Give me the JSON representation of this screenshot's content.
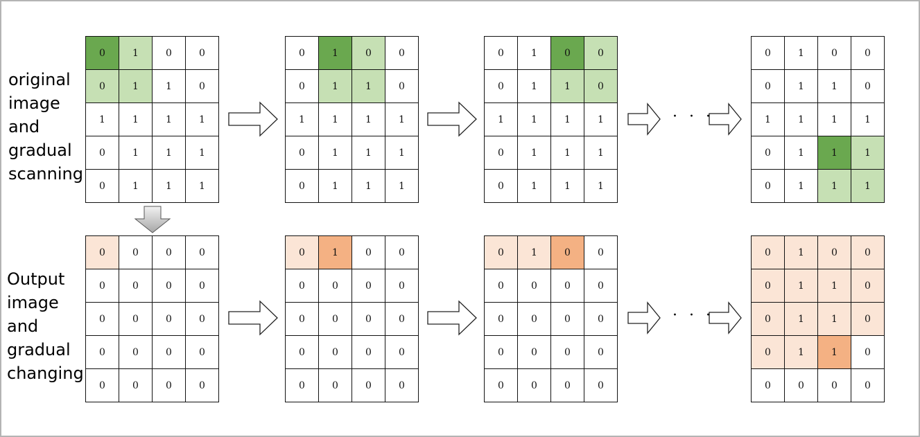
{
  "labels": {
    "top": [
      "original",
      "image",
      "and",
      "gradual",
      "scanning"
    ],
    "bottom": [
      "Output",
      "image",
      "and",
      "gradual",
      "changing"
    ]
  },
  "ellipsis": "· · ·",
  "colors": {
    "focus_dark_green": "#6aa84f",
    "neighbor_light_green": "#c6e0b4",
    "focus_dark_orange": "#f4b183",
    "visited_light_orange": "#fbe5d6",
    "grid_line": "#111111"
  },
  "grids": {
    "top": [
      {
        "values": [
          [
            0,
            1,
            0,
            0
          ],
          [
            0,
            1,
            1,
            0
          ],
          [
            1,
            1,
            1,
            1
          ],
          [
            0,
            1,
            1,
            1
          ],
          [
            0,
            1,
            1,
            1
          ]
        ],
        "shades": [
          [
            "dg",
            "lg",
            "",
            ""
          ],
          [
            "lg",
            "lg",
            "",
            ""
          ],
          [
            "",
            "",
            "",
            ""
          ],
          [
            "",
            "",
            "",
            ""
          ],
          [
            "",
            "",
            "",
            ""
          ]
        ]
      },
      {
        "values": [
          [
            0,
            1,
            0,
            0
          ],
          [
            0,
            1,
            1,
            0
          ],
          [
            1,
            1,
            1,
            1
          ],
          [
            0,
            1,
            1,
            1
          ],
          [
            0,
            1,
            1,
            1
          ]
        ],
        "shades": [
          [
            "",
            "dg",
            "lg",
            ""
          ],
          [
            "",
            "lg",
            "lg",
            ""
          ],
          [
            "",
            "",
            "",
            ""
          ],
          [
            "",
            "",
            "",
            ""
          ],
          [
            "",
            "",
            "",
            ""
          ]
        ]
      },
      {
        "values": [
          [
            0,
            1,
            0,
            0
          ],
          [
            0,
            1,
            1,
            0
          ],
          [
            1,
            1,
            1,
            1
          ],
          [
            0,
            1,
            1,
            1
          ],
          [
            0,
            1,
            1,
            1
          ]
        ],
        "shades": [
          [
            "",
            "",
            "dg",
            "lg"
          ],
          [
            "",
            "",
            "lg",
            "lg"
          ],
          [
            "",
            "",
            "",
            ""
          ],
          [
            "",
            "",
            "",
            ""
          ],
          [
            "",
            "",
            "",
            ""
          ]
        ]
      },
      {
        "values": [
          [
            0,
            1,
            0,
            0
          ],
          [
            0,
            1,
            1,
            0
          ],
          [
            1,
            1,
            1,
            1
          ],
          [
            0,
            1,
            1,
            1
          ],
          [
            0,
            1,
            1,
            1
          ]
        ],
        "shades": [
          [
            "",
            "",
            "",
            ""
          ],
          [
            "",
            "",
            "",
            ""
          ],
          [
            "",
            "",
            "",
            ""
          ],
          [
            "",
            "",
            "dg",
            "lg"
          ],
          [
            "",
            "",
            "lg",
            "lg"
          ]
        ]
      }
    ],
    "bottom": [
      {
        "values": [
          [
            0,
            0,
            0,
            0
          ],
          [
            0,
            0,
            0,
            0
          ],
          [
            0,
            0,
            0,
            0
          ],
          [
            0,
            0,
            0,
            0
          ],
          [
            0,
            0,
            0,
            0
          ]
        ],
        "shades": [
          [
            "lo",
            "",
            "",
            ""
          ],
          [
            "",
            "",
            "",
            ""
          ],
          [
            "",
            "",
            "",
            ""
          ],
          [
            "",
            "",
            "",
            ""
          ],
          [
            "",
            "",
            "",
            ""
          ]
        ]
      },
      {
        "values": [
          [
            0,
            1,
            0,
            0
          ],
          [
            0,
            0,
            0,
            0
          ],
          [
            0,
            0,
            0,
            0
          ],
          [
            0,
            0,
            0,
            0
          ],
          [
            0,
            0,
            0,
            0
          ]
        ],
        "shades": [
          [
            "lo",
            "do",
            "",
            ""
          ],
          [
            "",
            "",
            "",
            ""
          ],
          [
            "",
            "",
            "",
            ""
          ],
          [
            "",
            "",
            "",
            ""
          ],
          [
            "",
            "",
            "",
            ""
          ]
        ]
      },
      {
        "values": [
          [
            0,
            1,
            0,
            0
          ],
          [
            0,
            0,
            0,
            0
          ],
          [
            0,
            0,
            0,
            0
          ],
          [
            0,
            0,
            0,
            0
          ],
          [
            0,
            0,
            0,
            0
          ]
        ],
        "shades": [
          [
            "lo",
            "lo",
            "do",
            ""
          ],
          [
            "",
            "",
            "",
            ""
          ],
          [
            "",
            "",
            "",
            ""
          ],
          [
            "",
            "",
            "",
            ""
          ],
          [
            "",
            "",
            "",
            ""
          ]
        ]
      },
      {
        "values": [
          [
            0,
            1,
            0,
            0
          ],
          [
            0,
            1,
            1,
            0
          ],
          [
            0,
            1,
            1,
            0
          ],
          [
            0,
            1,
            1,
            0
          ],
          [
            0,
            0,
            0,
            0
          ]
        ],
        "shades": [
          [
            "lo",
            "lo",
            "lo",
            "lo"
          ],
          [
            "lo",
            "lo",
            "lo",
            "lo"
          ],
          [
            "lo",
            "lo",
            "lo",
            "lo"
          ],
          [
            "lo",
            "lo",
            "do",
            ""
          ],
          [
            "",
            "",
            "",
            ""
          ]
        ]
      }
    ]
  }
}
